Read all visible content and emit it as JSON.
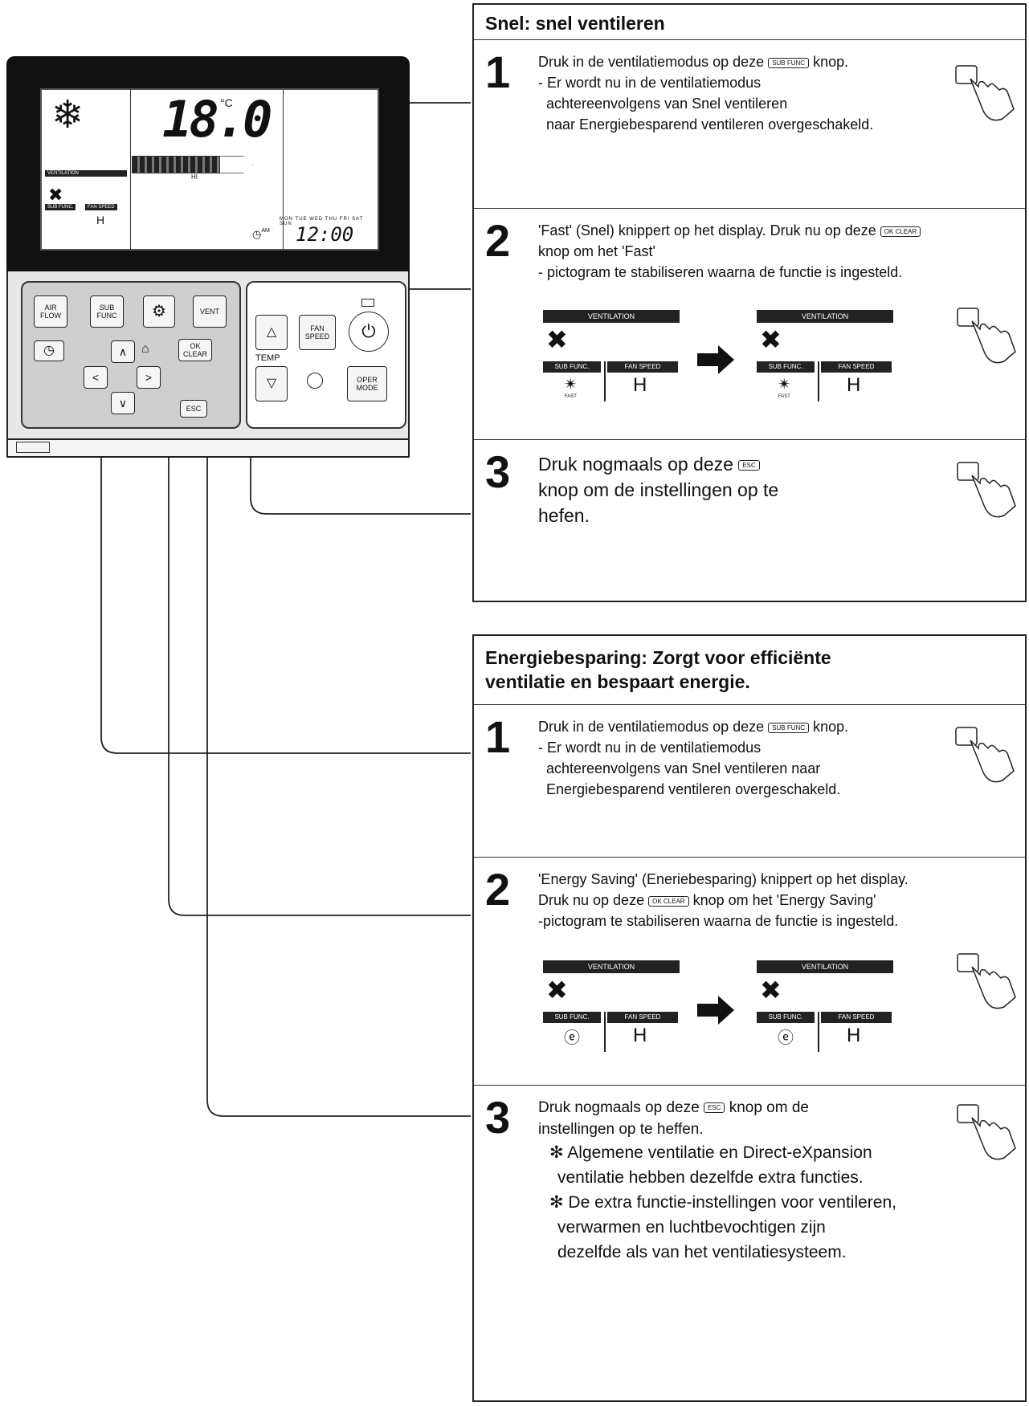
{
  "remote": {
    "lcd": {
      "temperature": "18.0",
      "unit": "°C",
      "ventilation_tag": "VENTILATION",
      "hi": "HI",
      "sub_func_tag": "SUB FUNC.",
      "fan_speed_tag": "FAN SPEED",
      "fan_value": "H",
      "days": "MON TUE WED THU FRI SAT SUN",
      "am": "AM",
      "time": "12:00"
    },
    "buttons": {
      "air_flow": "AIR FLOW",
      "sub_func": "SUB FUNC",
      "vent": "VENT",
      "ok_clear": "OK CLEAR",
      "esc": "ESC",
      "fan_speed": "FAN SPEED",
      "temp": "TEMP",
      "oper_mode": "OPER MODE"
    }
  },
  "section1": {
    "title": "Snel: snel ventileren",
    "step1": {
      "num": "1",
      "line1a": "Druk in de ventilatiemodus op deze",
      "line1b": "knop.",
      "line2": "- Er wordt nu in de ventilatiemodus",
      "line3": "achtereenvolgens van Snel ventileren",
      "line4": "naar Energiebesparend ventileren overgeschakeld."
    },
    "step2": {
      "num": "2",
      "line1a": "'Fast' (Snel) knippert op het display. Druk nu op deze",
      "line2": "knop om het 'Fast'",
      "line3": "- pictogram te stabiliseren waarna de functie is ingesteld.",
      "sub_label": "FAST"
    },
    "step3": {
      "num": "3",
      "line1a": "Druk nogmaals op deze",
      "line2": "knop om de instellingen op te",
      "line3": "hefen."
    }
  },
  "section2": {
    "title1": "Energiebesparing: Zorgt voor efficiënte",
    "title2": "ventilatie en bespaart energie.",
    "step1": {
      "num": "1",
      "line1a": "Druk in de ventilatiemodus op deze",
      "line1b": "knop.",
      "line2": "- Er wordt nu in de ventilatiemodus",
      "line3": "achtereenvolgens van Snel ventileren naar",
      "line4": "Energiebesparend ventileren overgeschakeld."
    },
    "step2": {
      "num": "2",
      "line1": "'Energy Saving' (Eneriebesparing) knippert op het display.",
      "line2a": "Druk nu op deze",
      "line2b": "knop om het 'Energy Saving'",
      "line3": "-pictogram te stabiliseren waarna de functie is ingesteld."
    },
    "step3": {
      "num": "3",
      "line1a": "Druk nogmaals op deze",
      "line1b": "knop om de",
      "line2": "instellingen op te heffen.",
      "note1a": "✻ Algemene ventilatie en Direct-eXpansion",
      "note1b": "ventilatie hebben dezelfde extra functies.",
      "note2a": "✻ De extra functie-instellingen voor ventileren,",
      "note2b": "verwarmen en luchtbevochtigen zijn",
      "note2c": "dezelfde als van het ventilatiesysteem."
    }
  },
  "labels": {
    "ventilation": "VENTILATION",
    "sub_func": "SUB FUNC.",
    "fan_speed": "FAN SPEED",
    "h": "H",
    "btn_sub": "SUB FUNC",
    "btn_ok": "OK CLEAR",
    "btn_esc": "ESC"
  },
  "icons": [
    "snowflake-icon",
    "fan-icon",
    "clock-icon",
    "gear-icon",
    "power-icon",
    "arrow-right-icon",
    "hand-press-icon",
    "energy-saving-icon"
  ]
}
